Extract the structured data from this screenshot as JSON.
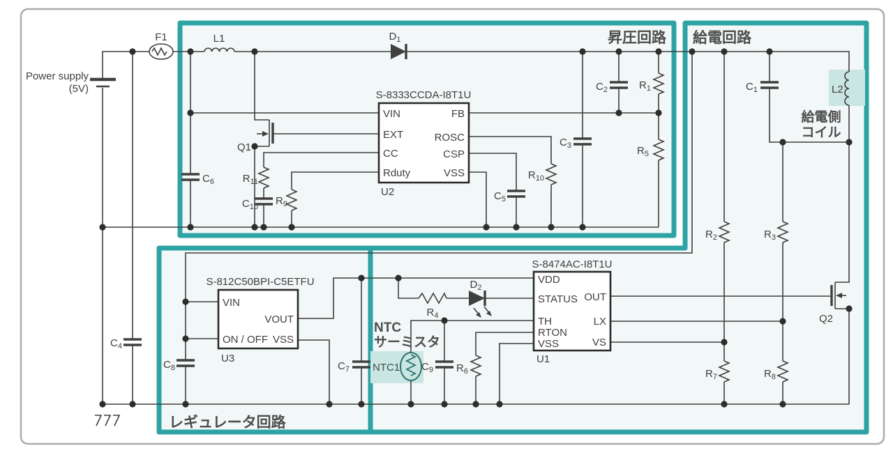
{
  "schematic": {
    "power_supply": {
      "line1": "Power supply",
      "line2": "(5V)"
    },
    "sections": {
      "boost": "昇圧回路",
      "feed": "給電回路",
      "regulator": "レギュレータ回路"
    },
    "annotations": {
      "coil_line1": "給電側",
      "coil_line2": "コイル",
      "ntc_line1": "NTC",
      "ntc_line2": "サーミスタ"
    },
    "ics": {
      "u2": {
        "part": "S-8333CCDA-I8T1U",
        "ref": "U2",
        "pins": {
          "vin": "VIN",
          "ext": "EXT",
          "cc": "CC",
          "rduty": "Rduty",
          "fb": "FB",
          "rosc": "ROSC",
          "csp": "CSP",
          "vss": "VSS"
        }
      },
      "u3": {
        "part": "S-812C50BPI-C5ETFU",
        "ref": "U3",
        "pins": {
          "vin": "VIN",
          "onoff": "ON / OFF",
          "vout": "VOUT",
          "vss": "VSS"
        }
      },
      "u1": {
        "part": "S-8474AC-I8T1U",
        "ref": "U1",
        "pins": {
          "vdd": "VDD",
          "status": "STATUS",
          "th": "TH",
          "rton": "RTON",
          "vss": "VSS",
          "out": "OUT",
          "lx": "LX",
          "vs": "VS"
        }
      }
    },
    "components": {
      "f1": {
        "base": "F1",
        "sub": ""
      },
      "l1": {
        "base": "L1",
        "sub": ""
      },
      "d1": {
        "base": "D",
        "sub": "1"
      },
      "q1": {
        "base": "Q1",
        "sub": ""
      },
      "c6": {
        "base": "C",
        "sub": "6"
      },
      "r11": {
        "base": "R",
        "sub": "11"
      },
      "c10": {
        "base": "C",
        "sub": "10"
      },
      "r9": {
        "base": "R",
        "sub": "9"
      },
      "c5": {
        "base": "C",
        "sub": "5"
      },
      "r10": {
        "base": "R",
        "sub": "10"
      },
      "c3": {
        "base": "C",
        "sub": "3"
      },
      "c2": {
        "base": "C",
        "sub": "2"
      },
      "r1": {
        "base": "R",
        "sub": "1"
      },
      "r5": {
        "base": "R",
        "sub": "5"
      },
      "c4": {
        "base": "C",
        "sub": "4"
      },
      "c8": {
        "base": "C",
        "sub": "8"
      },
      "c7": {
        "base": "C",
        "sub": "7"
      },
      "ntc1": {
        "base": "NTC1",
        "sub": ""
      },
      "c9": {
        "base": "C",
        "sub": "9"
      },
      "r6": {
        "base": "R",
        "sub": "6"
      },
      "r4": {
        "base": "R",
        "sub": "4"
      },
      "d2": {
        "base": "D",
        "sub": "2"
      },
      "c1": {
        "base": "C",
        "sub": "1"
      },
      "l2": {
        "base": "L2",
        "sub": ""
      },
      "r2": {
        "base": "R",
        "sub": "2"
      },
      "r3": {
        "base": "R",
        "sub": "3"
      },
      "r7": {
        "base": "R",
        "sub": "7"
      },
      "r8": {
        "base": "R",
        "sub": "8"
      },
      "q2": {
        "base": "Q2",
        "sub": ""
      }
    },
    "colors": {
      "teal_border": "#2ea3a3",
      "box_fill": "#f2f7f7",
      "highlight": "#c9e6e2",
      "line": "#3f3f3f",
      "label_text": "#4d4d4d",
      "frame": "#ababab"
    }
  }
}
